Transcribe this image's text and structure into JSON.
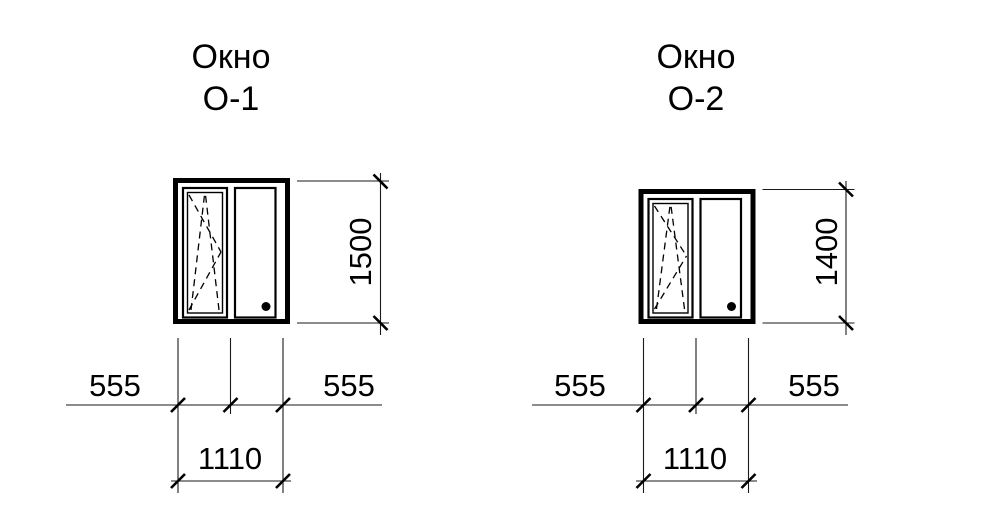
{
  "figures": [
    {
      "name": "Окно",
      "code": "О-1",
      "height_label": "1500",
      "width_left_label": "555",
      "width_right_label": "555",
      "width_total_label": "1110"
    },
    {
      "name": "Окно",
      "code": "О-2",
      "height_label": "1400",
      "width_left_label": "555",
      "width_right_label": "555",
      "width_total_label": "1110"
    }
  ],
  "colors": {
    "line": "#000000",
    "dimension_line": "#1a1a1a",
    "background": "#ffffff",
    "text": "#000000"
  }
}
